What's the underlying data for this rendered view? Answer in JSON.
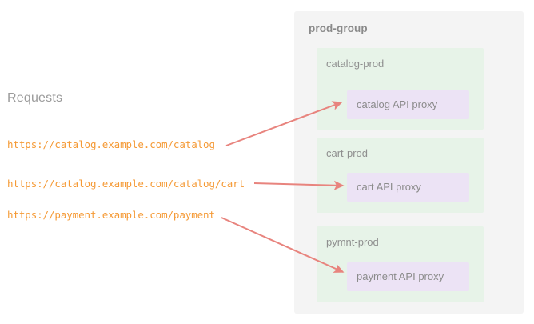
{
  "diagram": {
    "left_panel": {
      "heading": "Requests",
      "requests": [
        {
          "url": "https://catalog.example.com/catalog"
        },
        {
          "url": "https://catalog.example.com/catalog/cart"
        },
        {
          "url": "https://payment.example.com/payment"
        }
      ]
    },
    "outer_group": {
      "title": "prod-group",
      "sub_groups": [
        {
          "title": "catalog-prod",
          "proxy": "catalog API proxy"
        },
        {
          "title": "cart-prod",
          "proxy": "cart API proxy"
        },
        {
          "title": "pymnt-prod",
          "proxy": "payment API proxy"
        }
      ]
    },
    "arrows": [
      {
        "name": "arrow-catalog",
        "from": "https://catalog.example.com/catalog",
        "to": "catalog API proxy"
      },
      {
        "name": "arrow-cart",
        "from": "https://catalog.example.com/catalog/cart",
        "to": "cart API proxy"
      },
      {
        "name": "arrow-payment",
        "from": "https://payment.example.com/payment",
        "to": "payment API proxy"
      }
    ]
  },
  "colors": {
    "background": "#ffffff",
    "outer_group_bg": "#f4f4f4",
    "sub_group_bg": "#e7f3e8",
    "proxy_bg": "#ece3f5",
    "url_text": "#f59a36",
    "label_text": "#8b8b8b",
    "arrow": "#e8847e"
  }
}
